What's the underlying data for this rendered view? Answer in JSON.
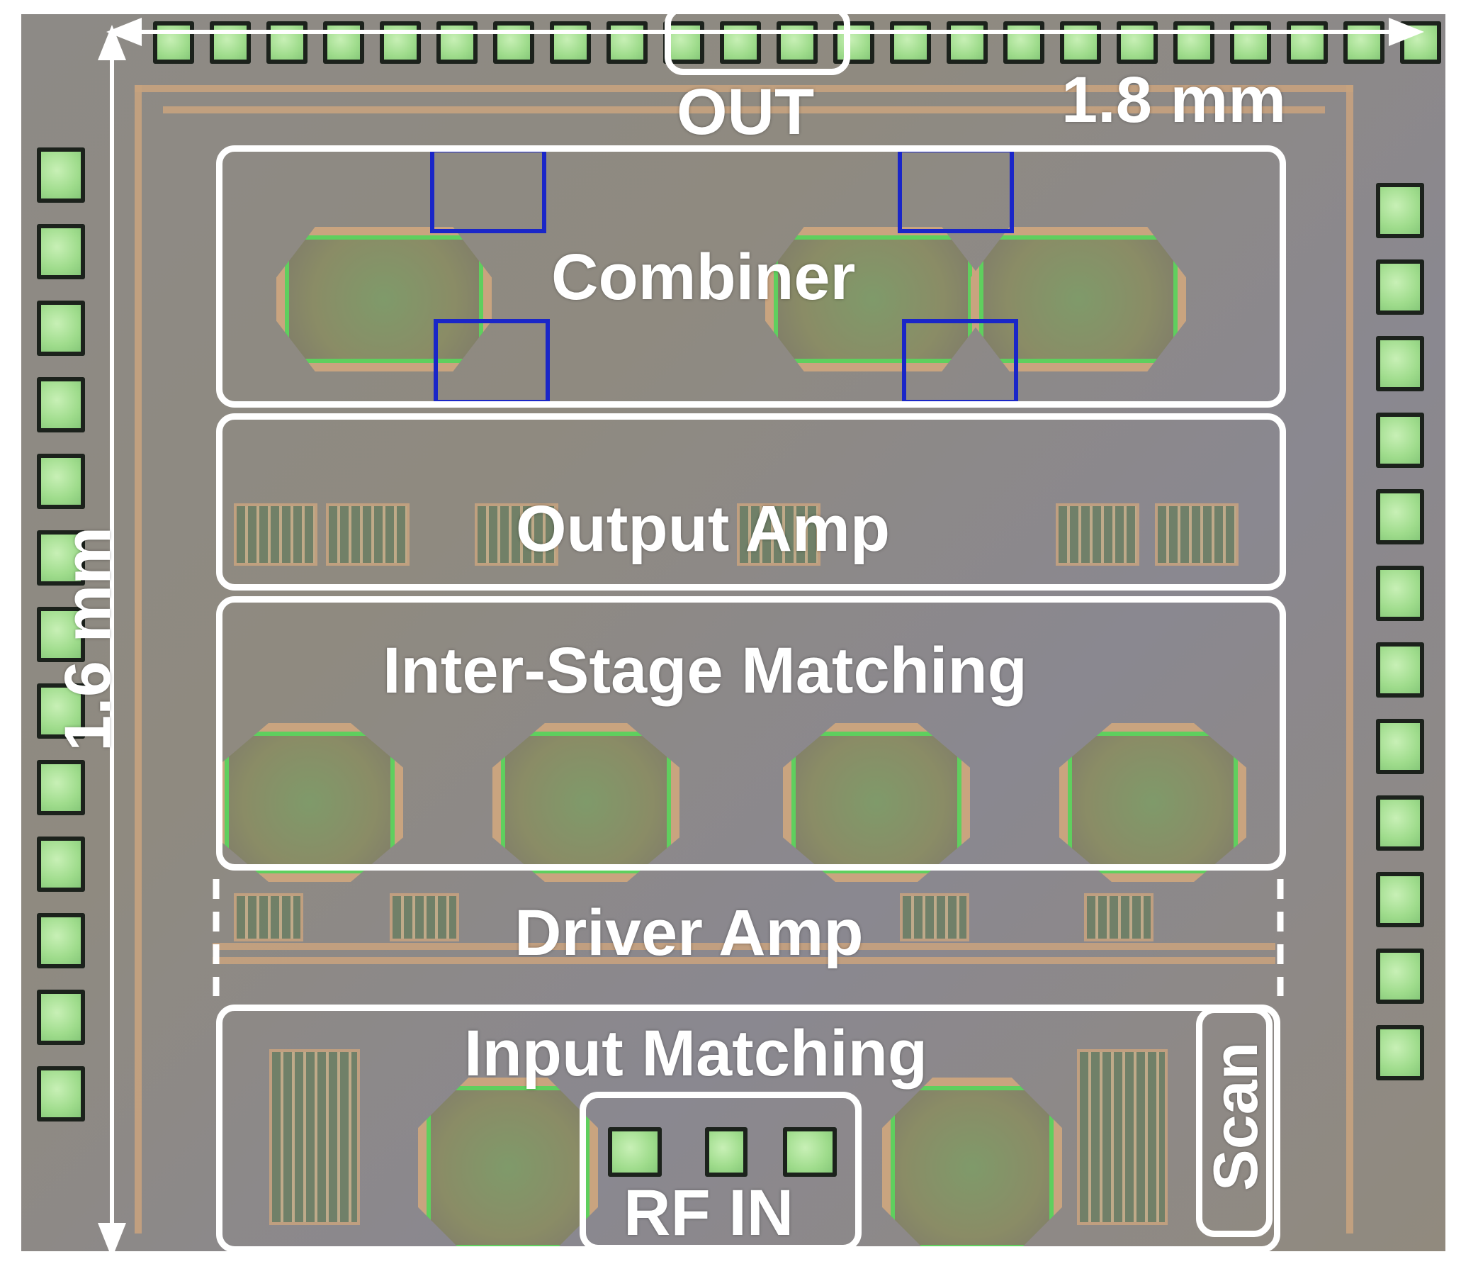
{
  "labels": {
    "out": "OUT",
    "width_dim": "1.8 mm",
    "height_dim": "1.6 mm",
    "combiner": "Combiner",
    "output_amp": "Output Amp",
    "inter_stage": "Inter-Stage Matching",
    "driver_amp": "Driver Amp",
    "input_matching": "Input Matching",
    "rf_in": "RF IN",
    "scan": "Scan"
  },
  "colors": {
    "annotation": "#ffffff",
    "highlight_box": "#1a26c8",
    "pad_green": "#9fdc8c",
    "metal": "#c9a47f"
  }
}
